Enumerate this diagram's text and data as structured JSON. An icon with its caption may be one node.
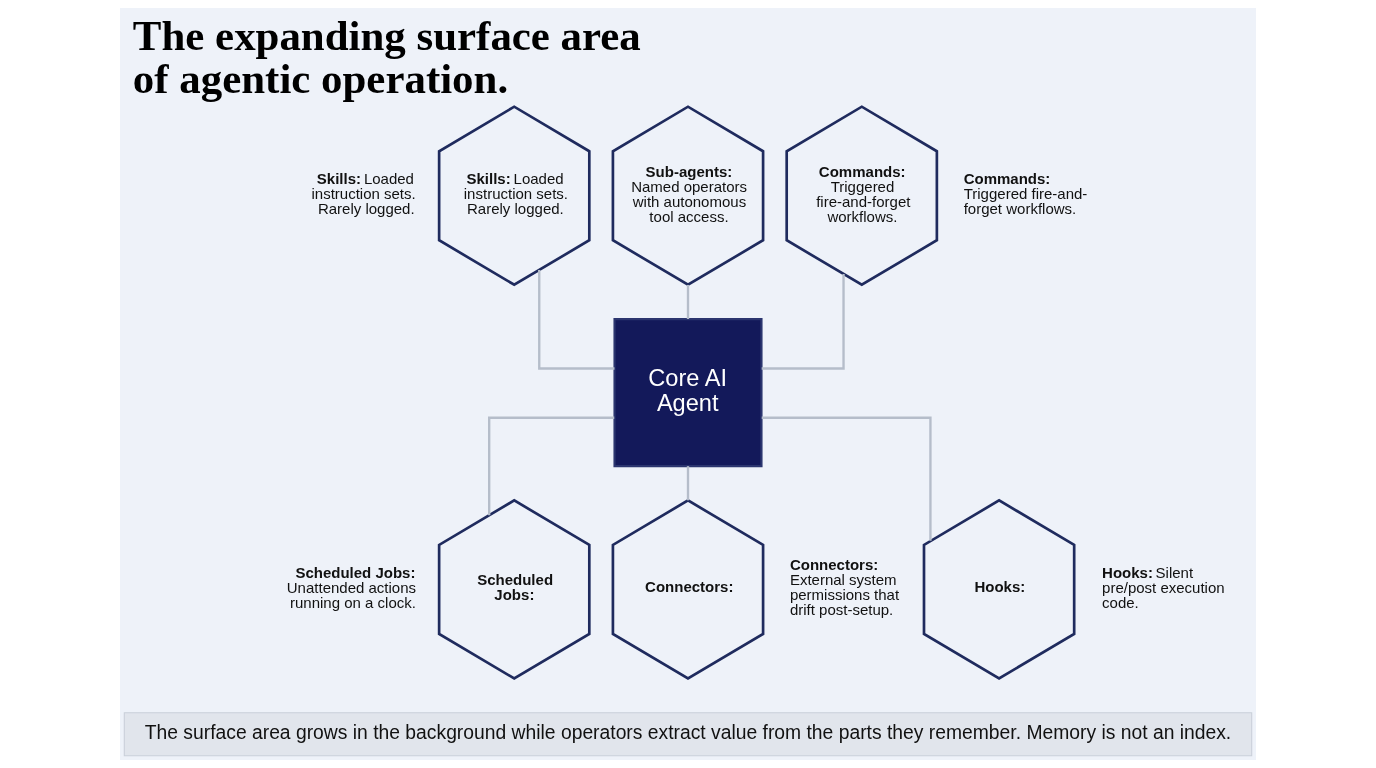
{
  "diagram": {
    "title": "The expanding surface area of agentic operation.",
    "caption": "The surface area grows in the background while operators extract value from the parts they remember. Memory is not an index.",
    "nodes": [
      {
        "text": [
          "Sub-agents:",
          "Named operators with autonomous tool access."
        ]
      },
      {
        "text": [
          "Skills:",
          "Loaded instruction sets. Rarely logged."
        ],
        "beside": [
          "Skills:",
          "Loaded instruction sets. Rarely logged."
        ]
      },
      {
        "text": [
          "Commands:",
          "Triggered fire-and-forget workflows."
        ],
        "beside": [
          "Commands:",
          "Triggered fire-and-forget workflows."
        ]
      },
      {
        "text": [
          "Core AI Agent"
        ]
      },
      {
        "text": [
          "Scheduled Jobs:"
        ],
        "beside": [
          "Scheduled Jobs:",
          "Unattended actions running on a clock."
        ]
      },
      {
        "text": [
          "Hooks:"
        ],
        "beside": [
          "Hooks:",
          "Silent pre/post execution code."
        ]
      },
      {
        "text": [
          "Connectors:"
        ],
        "beside": [
          "Connectors:",
          "External system permissions that drift post-setup."
        ]
      }
    ],
    "edges": [
      {
        "from": 0,
        "to": 3,
        "arrow": "none"
      },
      {
        "from": 1,
        "to": 3,
        "arrow": "none"
      },
      {
        "from": 2,
        "to": 3,
        "arrow": "none"
      },
      {
        "from": 3,
        "to": 4,
        "arrow": "none"
      },
      {
        "from": 3,
        "to": 5,
        "arrow": "none"
      },
      {
        "from": 3,
        "to": 6,
        "arrow": "none"
      }
    ]
  }
}
